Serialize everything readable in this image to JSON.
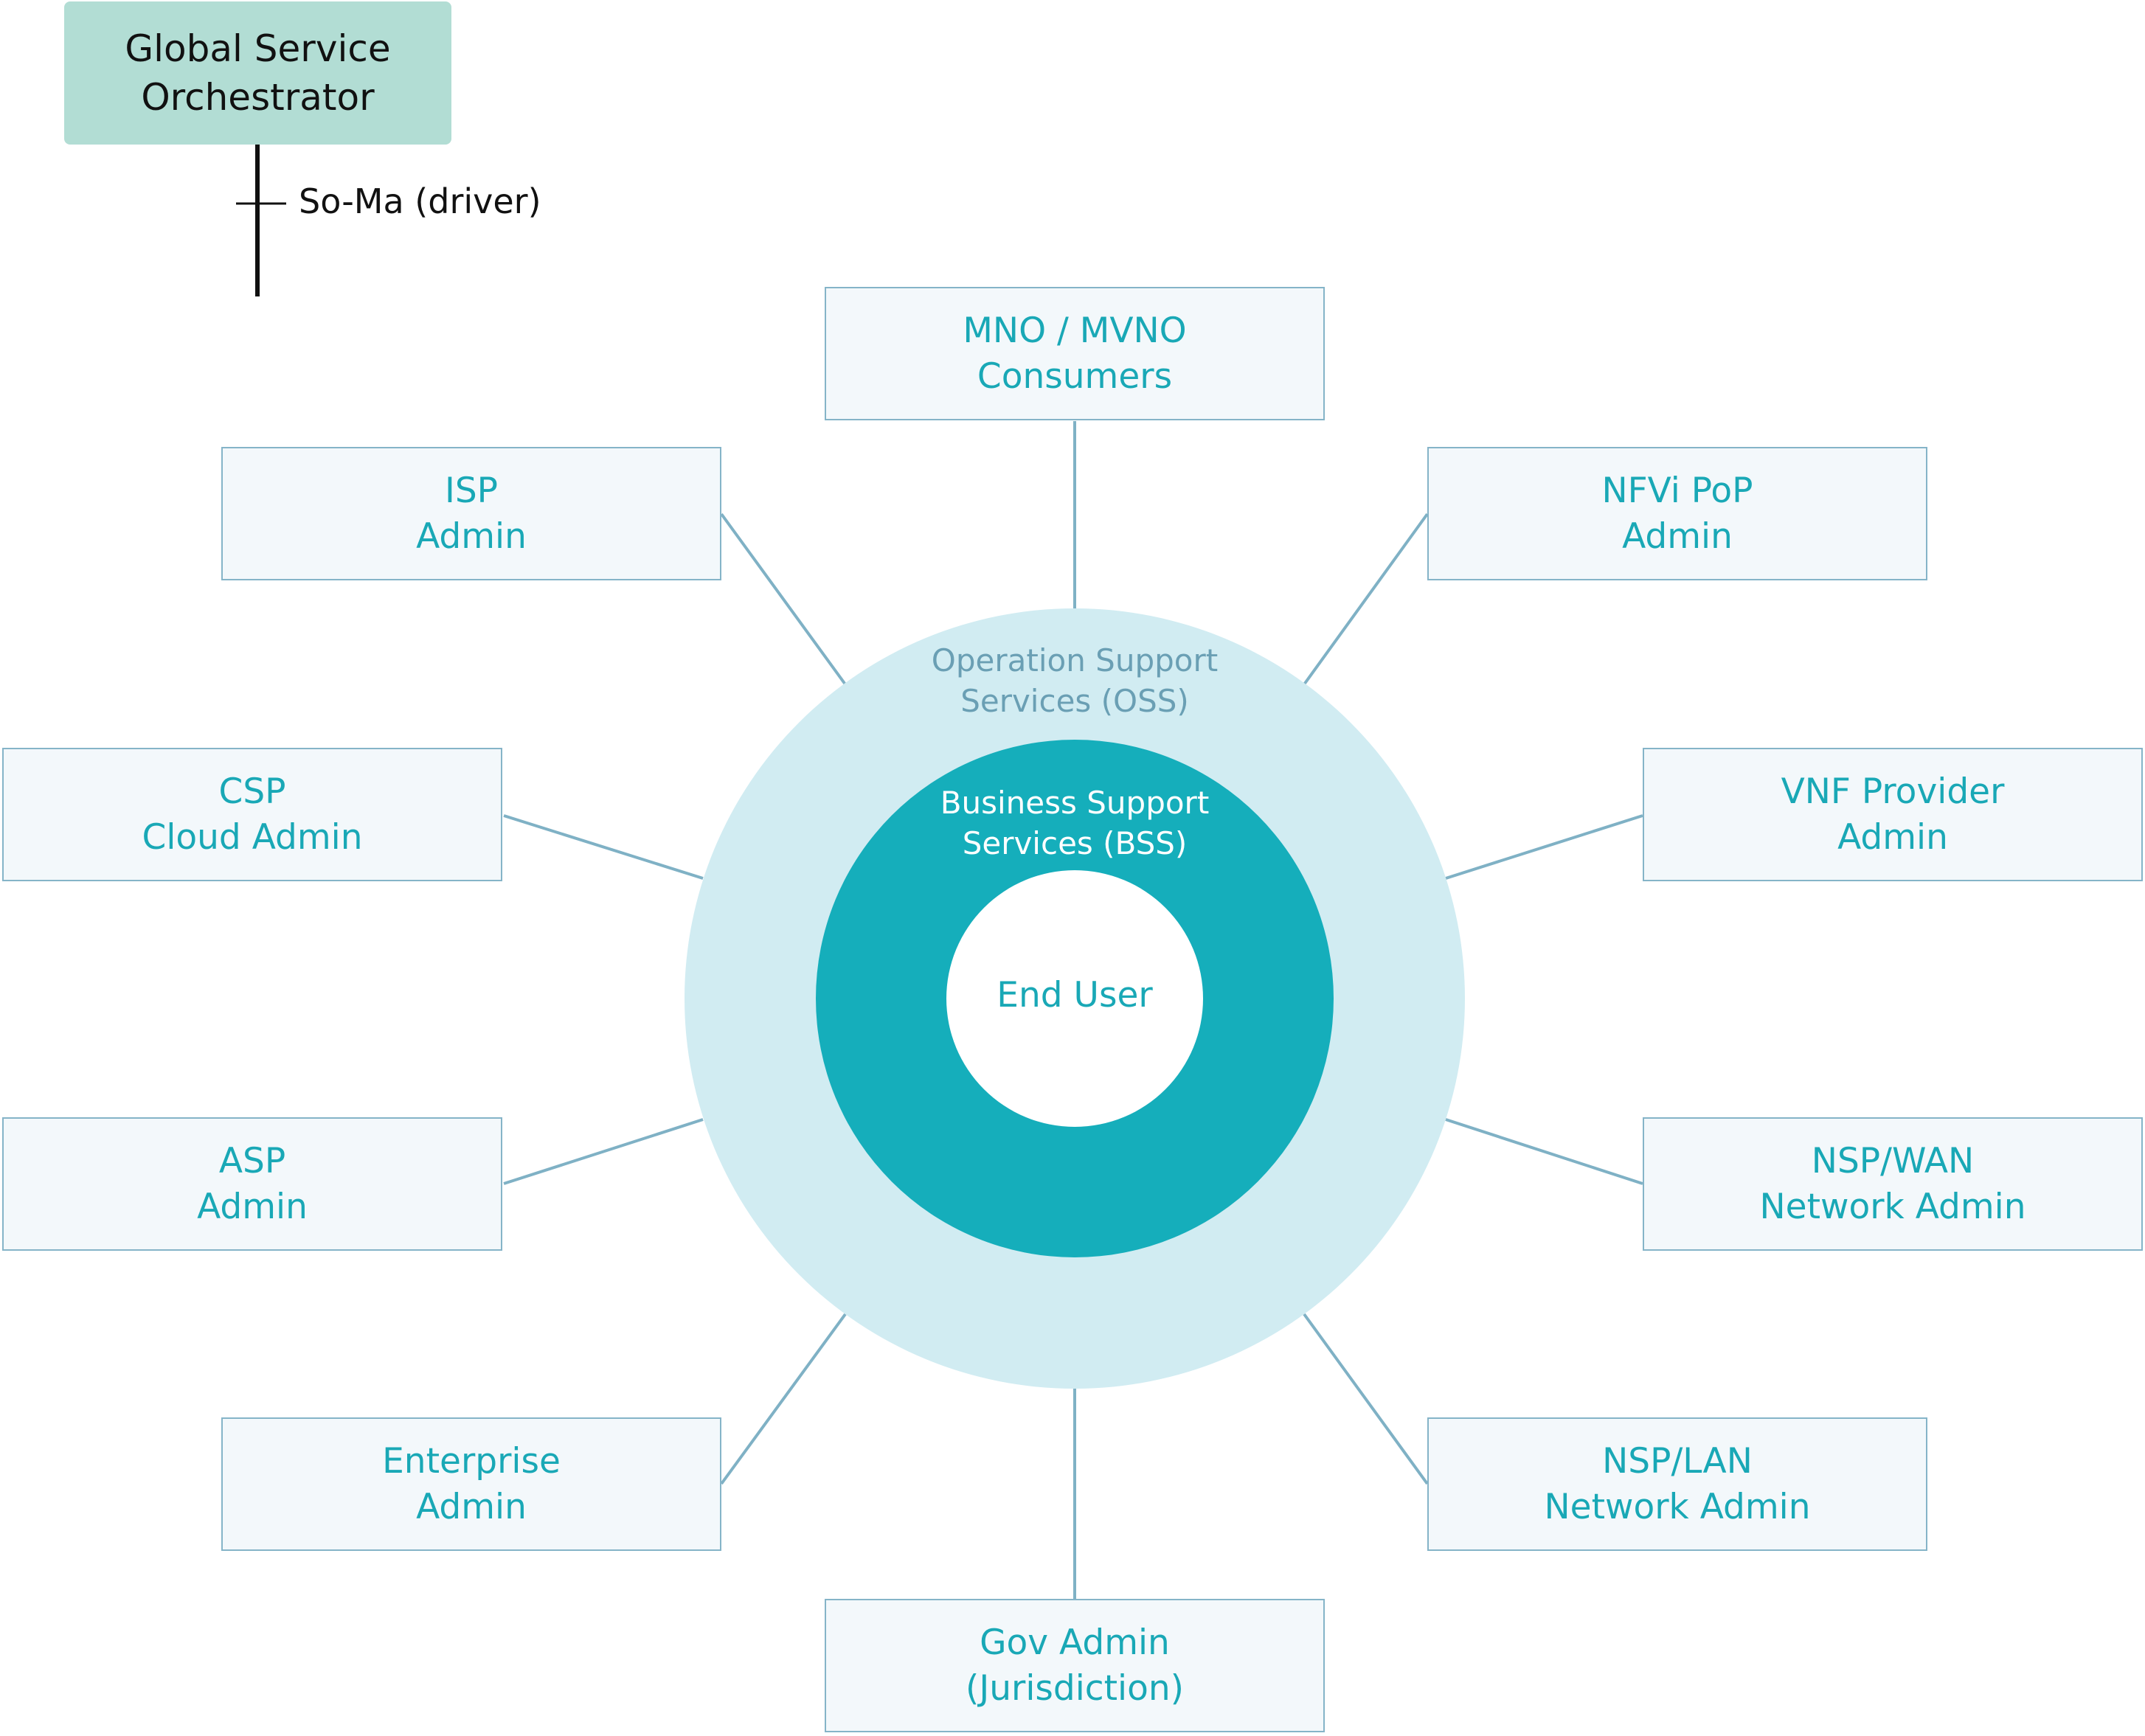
{
  "orchestrator": {
    "title_line1": "Global Service",
    "title_line2": "Orchestrator",
    "interface_label": "So-Ma (driver)"
  },
  "rings": {
    "oss_line1": "Operation Support",
    "oss_line2": "Services (OSS)",
    "bss_line1": "Business Support",
    "bss_line2": "Services (BSS)",
    "core": "End User"
  },
  "colors": {
    "oss_ring": "#d1ecf2",
    "bss_ring": "#15aebb",
    "core": "#ffffff",
    "node_text": "#19a8b6",
    "node_border": "#85b4c8",
    "connector": "#7fb1c5",
    "orchestrator_box": "#b2ddd4"
  },
  "nodes": [
    {
      "line1": "MNO / MVNO",
      "line2": "Consumers"
    },
    {
      "line1": "NFVi PoP",
      "line2": "Admin"
    },
    {
      "line1": "VNF Provider",
      "line2": "Admin"
    },
    {
      "line1": "NSP/WAN",
      "line2": "Network Admin"
    },
    {
      "line1": "NSP/LAN",
      "line2": "Network Admin"
    },
    {
      "line1": "Gov Admin",
      "line2": "(Jurisdiction)"
    },
    {
      "line1": "Enterprise",
      "line2": "Admin"
    },
    {
      "line1": "ASP",
      "line2": "Admin"
    },
    {
      "line1": "CSP",
      "line2": "Cloud Admin"
    },
    {
      "line1": "ISP",
      "line2": "Admin"
    }
  ]
}
